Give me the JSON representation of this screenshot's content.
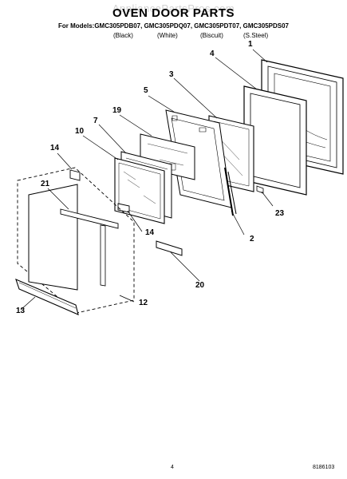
{
  "header": {
    "watermark": "AppliancePartsPros.com",
    "title": "OVEN DOOR PARTS",
    "models": "For Models:GMC305PDB07, GMC305PDQ07, GMC305PDT07, GMC305PDS07",
    "finishes": [
      "(Black)",
      "(White)",
      "(Biscuit)",
      "(S.Steel)"
    ]
  },
  "callouts": [
    "1",
    "2",
    "3",
    "4",
    "5",
    "7",
    "10",
    "12",
    "13",
    "14",
    "14",
    "19",
    "20",
    "21",
    "23"
  ],
  "footer": {
    "page_number": "4",
    "doc_number": "8186103"
  },
  "colors": {
    "line": "#000000",
    "watermark": "#d2d2d2"
  }
}
